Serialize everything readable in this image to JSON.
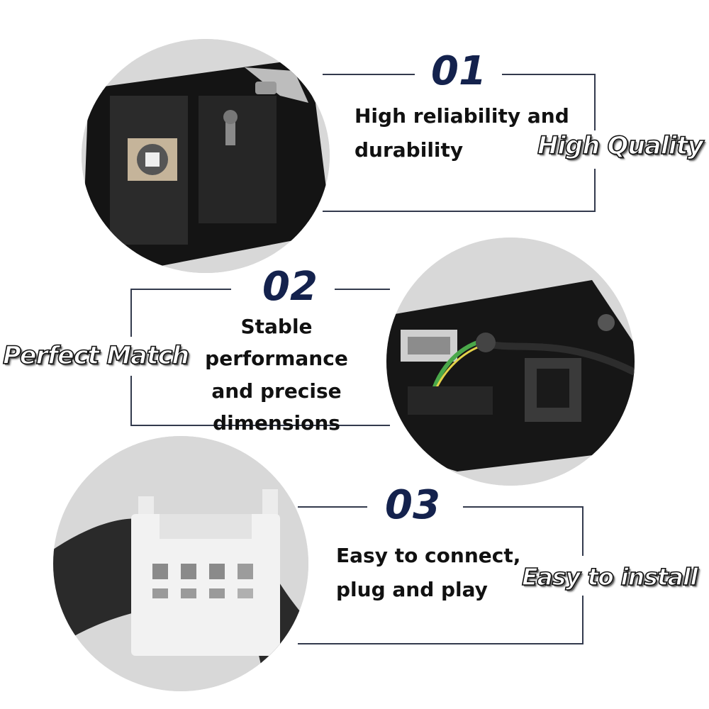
{
  "features": [
    {
      "number": "01",
      "lines": [
        "High reliability and",
        "durability"
      ],
      "tag": "High Quality"
    },
    {
      "number": "02",
      "lines": [
        "Stable performance",
        "and precise",
        "dimensions"
      ],
      "tag": "Perfect Match"
    },
    {
      "number": "03",
      "lines": [
        "Easy to connect,",
        "plug and play"
      ],
      "tag": "Easy to install"
    }
  ],
  "colors": {
    "number": "#14224d",
    "text": "#111111",
    "frame": "#333a4d",
    "circle_bg": "#d9d9d9"
  }
}
